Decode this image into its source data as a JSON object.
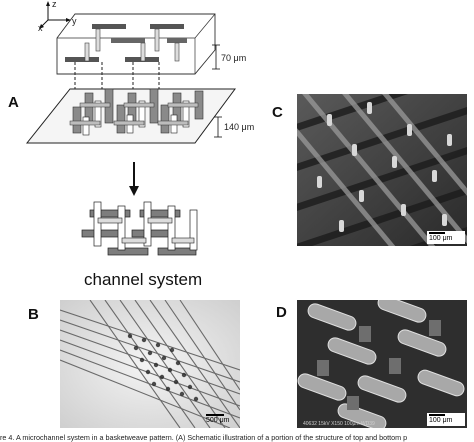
{
  "panels": {
    "A": {
      "letter": "A",
      "axis_z": "z",
      "axis_x": "x",
      "axis_y": "y",
      "dim_top": "70 μm",
      "dim_bottom": "140 μm",
      "channel_label": "channel system"
    },
    "B": {
      "letter": "B",
      "scale_label": "500 μm"
    },
    "C": {
      "letter": "C",
      "scale_label": "100 μm"
    },
    "D": {
      "letter": "D",
      "scale_label": "100 μm"
    }
  },
  "caption": "re 4.  A microchannel system in a basketweave pattern. (A) Schematic illustration of a portion of the structure of top and bottom p"
}
